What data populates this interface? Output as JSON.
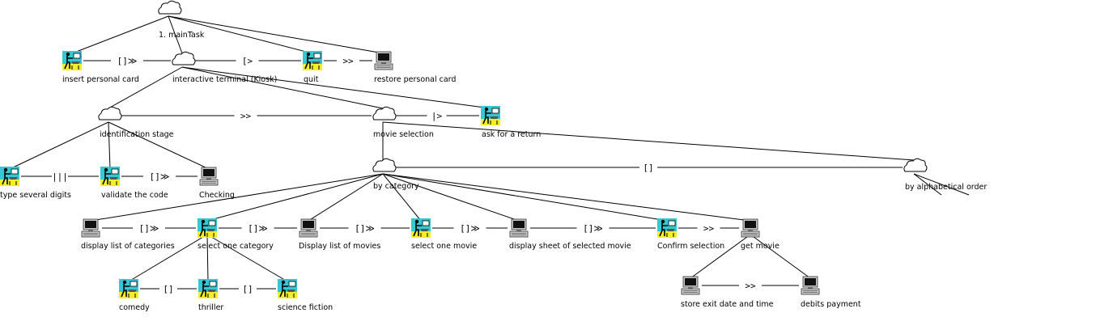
{
  "tasks": {
    "main": {
      "label": "1. mainTask",
      "type": "abstract"
    },
    "insert_card": {
      "label": "insert personal card",
      "type": "interaction"
    },
    "kiosk": {
      "label": "interactive terminal (Kiosk)",
      "type": "abstract"
    },
    "quit": {
      "label": "quit",
      "type": "interaction"
    },
    "restore_card": {
      "label": "restore personal card",
      "type": "application"
    },
    "identification": {
      "label": "identification stage",
      "type": "abstract"
    },
    "movie_selection": {
      "label": "movie selection",
      "type": "abstract"
    },
    "ask_return": {
      "label": "ask for a return",
      "type": "interaction"
    },
    "type_digits": {
      "label": "type several digits",
      "type": "interaction"
    },
    "validate_code": {
      "label": "validate the code",
      "type": "interaction"
    },
    "checking": {
      "label": "Checking",
      "type": "application"
    },
    "by_category": {
      "label": "by category",
      "type": "abstract"
    },
    "by_alpha": {
      "label": "by alphabetical order",
      "type": "abstract"
    },
    "display_categories": {
      "label": "display list of categories",
      "type": "application"
    },
    "select_category": {
      "label": "select one category",
      "type": "interaction"
    },
    "display_movies": {
      "label": "Display list of movies",
      "type": "application"
    },
    "select_movie": {
      "label": "select one movie",
      "type": "interaction"
    },
    "display_sheet": {
      "label": "display sheet of selected movie",
      "type": "application"
    },
    "confirm": {
      "label": "Confirm selection",
      "type": "interaction"
    },
    "get_movie": {
      "label": "get movie",
      "type": "application"
    },
    "comedy": {
      "label": "comedy",
      "type": "interaction"
    },
    "thriller": {
      "label": "thriller",
      "type": "interaction"
    },
    "scifi": {
      "label": "science fiction",
      "type": "interaction"
    },
    "store_exit": {
      "label": "store exit date and time",
      "type": "application"
    },
    "debits": {
      "label": "debits payment",
      "type": "application"
    }
  },
  "hierarchy": [
    [
      "main",
      "insert_card"
    ],
    [
      "main",
      "kiosk"
    ],
    [
      "main",
      "quit"
    ],
    [
      "main",
      "restore_card"
    ],
    [
      "kiosk",
      "identification"
    ],
    [
      "kiosk",
      "movie_selection"
    ],
    [
      "kiosk",
      "ask_return"
    ],
    [
      "identification",
      "type_digits"
    ],
    [
      "identification",
      "validate_code"
    ],
    [
      "identification",
      "checking"
    ],
    [
      "movie_selection",
      "by_category"
    ],
    [
      "movie_selection",
      "by_alpha"
    ],
    [
      "by_category",
      "display_categories"
    ],
    [
      "by_category",
      "select_category"
    ],
    [
      "by_category",
      "display_movies"
    ],
    [
      "by_category",
      "select_movie"
    ],
    [
      "by_category",
      "display_sheet"
    ],
    [
      "by_category",
      "confirm"
    ],
    [
      "by_category",
      "get_movie"
    ],
    [
      "select_category",
      "comedy"
    ],
    [
      "select_category",
      "thriller"
    ],
    [
      "select_category",
      "scifi"
    ],
    [
      "get_movie",
      "store_exit"
    ],
    [
      "get_movie",
      "debits"
    ]
  ],
  "operators": [
    {
      "from": "insert_card",
      "to": "kiosk",
      "symbol": "[]≫"
    },
    {
      "from": "kiosk",
      "to": "quit",
      "symbol": "[>"
    },
    {
      "from": "quit",
      "to": "restore_card",
      "symbol": ">>"
    },
    {
      "from": "identification",
      "to": "movie_selection",
      "symbol": ">>"
    },
    {
      "from": "movie_selection",
      "to": "ask_return",
      "symbol": "|>"
    },
    {
      "from": "type_digits",
      "to": "validate_code",
      "symbol": "|||"
    },
    {
      "from": "validate_code",
      "to": "checking",
      "symbol": "[]≫"
    },
    {
      "from": "by_category",
      "to": "by_alpha",
      "symbol": "[]"
    },
    {
      "from": "display_categories",
      "to": "select_category",
      "symbol": "[]≫"
    },
    {
      "from": "select_category",
      "to": "display_movies",
      "symbol": "[]≫"
    },
    {
      "from": "display_movies",
      "to": "select_movie",
      "symbol": "[]≫"
    },
    {
      "from": "select_movie",
      "to": "display_sheet",
      "symbol": "[]≫"
    },
    {
      "from": "display_sheet",
      "to": "confirm",
      "symbol": "[]≫"
    },
    {
      "from": "confirm",
      "to": "get_movie",
      "symbol": ">>"
    },
    {
      "from": "comedy",
      "to": "thriller",
      "symbol": "[]"
    },
    {
      "from": "thriller",
      "to": "scifi",
      "symbol": "[]"
    },
    {
      "from": "store_exit",
      "to": "debits",
      "symbol": ">>"
    }
  ],
  "colors": {
    "line": "#000000",
    "interaction_bg": "#35c7d3",
    "interaction_floor": "#f2ee2a",
    "monitor_body": "#c9c9c9",
    "monitor_screen": "#111111"
  }
}
